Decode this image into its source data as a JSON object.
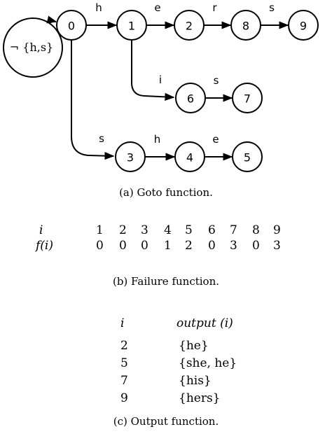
{
  "goto": {
    "nodes": [
      {
        "id": "0",
        "label": "0"
      },
      {
        "id": "1",
        "label": "1"
      },
      {
        "id": "2",
        "label": "2"
      },
      {
        "id": "8",
        "label": "8"
      },
      {
        "id": "9",
        "label": "9"
      },
      {
        "id": "6",
        "label": "6"
      },
      {
        "id": "7",
        "label": "7"
      },
      {
        "id": "3",
        "label": "3"
      },
      {
        "id": "4",
        "label": "4"
      },
      {
        "id": "5",
        "label": "5"
      }
    ],
    "edges": [
      {
        "from": "0",
        "to": "1",
        "label": "h"
      },
      {
        "from": "1",
        "to": "2",
        "label": "e"
      },
      {
        "from": "2",
        "to": "8",
        "label": "r"
      },
      {
        "from": "8",
        "to": "9",
        "label": "s"
      },
      {
        "from": "1",
        "to": "6",
        "label": "i"
      },
      {
        "from": "6",
        "to": "7",
        "label": "s"
      },
      {
        "from": "0",
        "to": "3",
        "label": "s"
      },
      {
        "from": "3",
        "to": "4",
        "label": "h"
      },
      {
        "from": "4",
        "to": "5",
        "label": "e"
      }
    ],
    "self_loop": {
      "node": "0",
      "label": "¬ {h,s}"
    },
    "caption": "(a)  Goto function."
  },
  "failure": {
    "header": "i",
    "row_label": "f(i)",
    "i_values": [
      "1",
      "2",
      "3",
      "4",
      "5",
      "6",
      "7",
      "8",
      "9"
    ],
    "f_values": [
      "0",
      "0",
      "0",
      "1",
      "2",
      "0",
      "3",
      "0",
      "3"
    ],
    "caption": "(b)  Failure function."
  },
  "output": {
    "col_i": "i",
    "col_output": "output (i)",
    "rows": [
      {
        "i": "2",
        "output": "{he}"
      },
      {
        "i": "5",
        "output": "{she, he}"
      },
      {
        "i": "7",
        "output": "{his}"
      },
      {
        "i": "9",
        "output": "{hers}"
      }
    ],
    "caption": "(c)  Output function."
  }
}
